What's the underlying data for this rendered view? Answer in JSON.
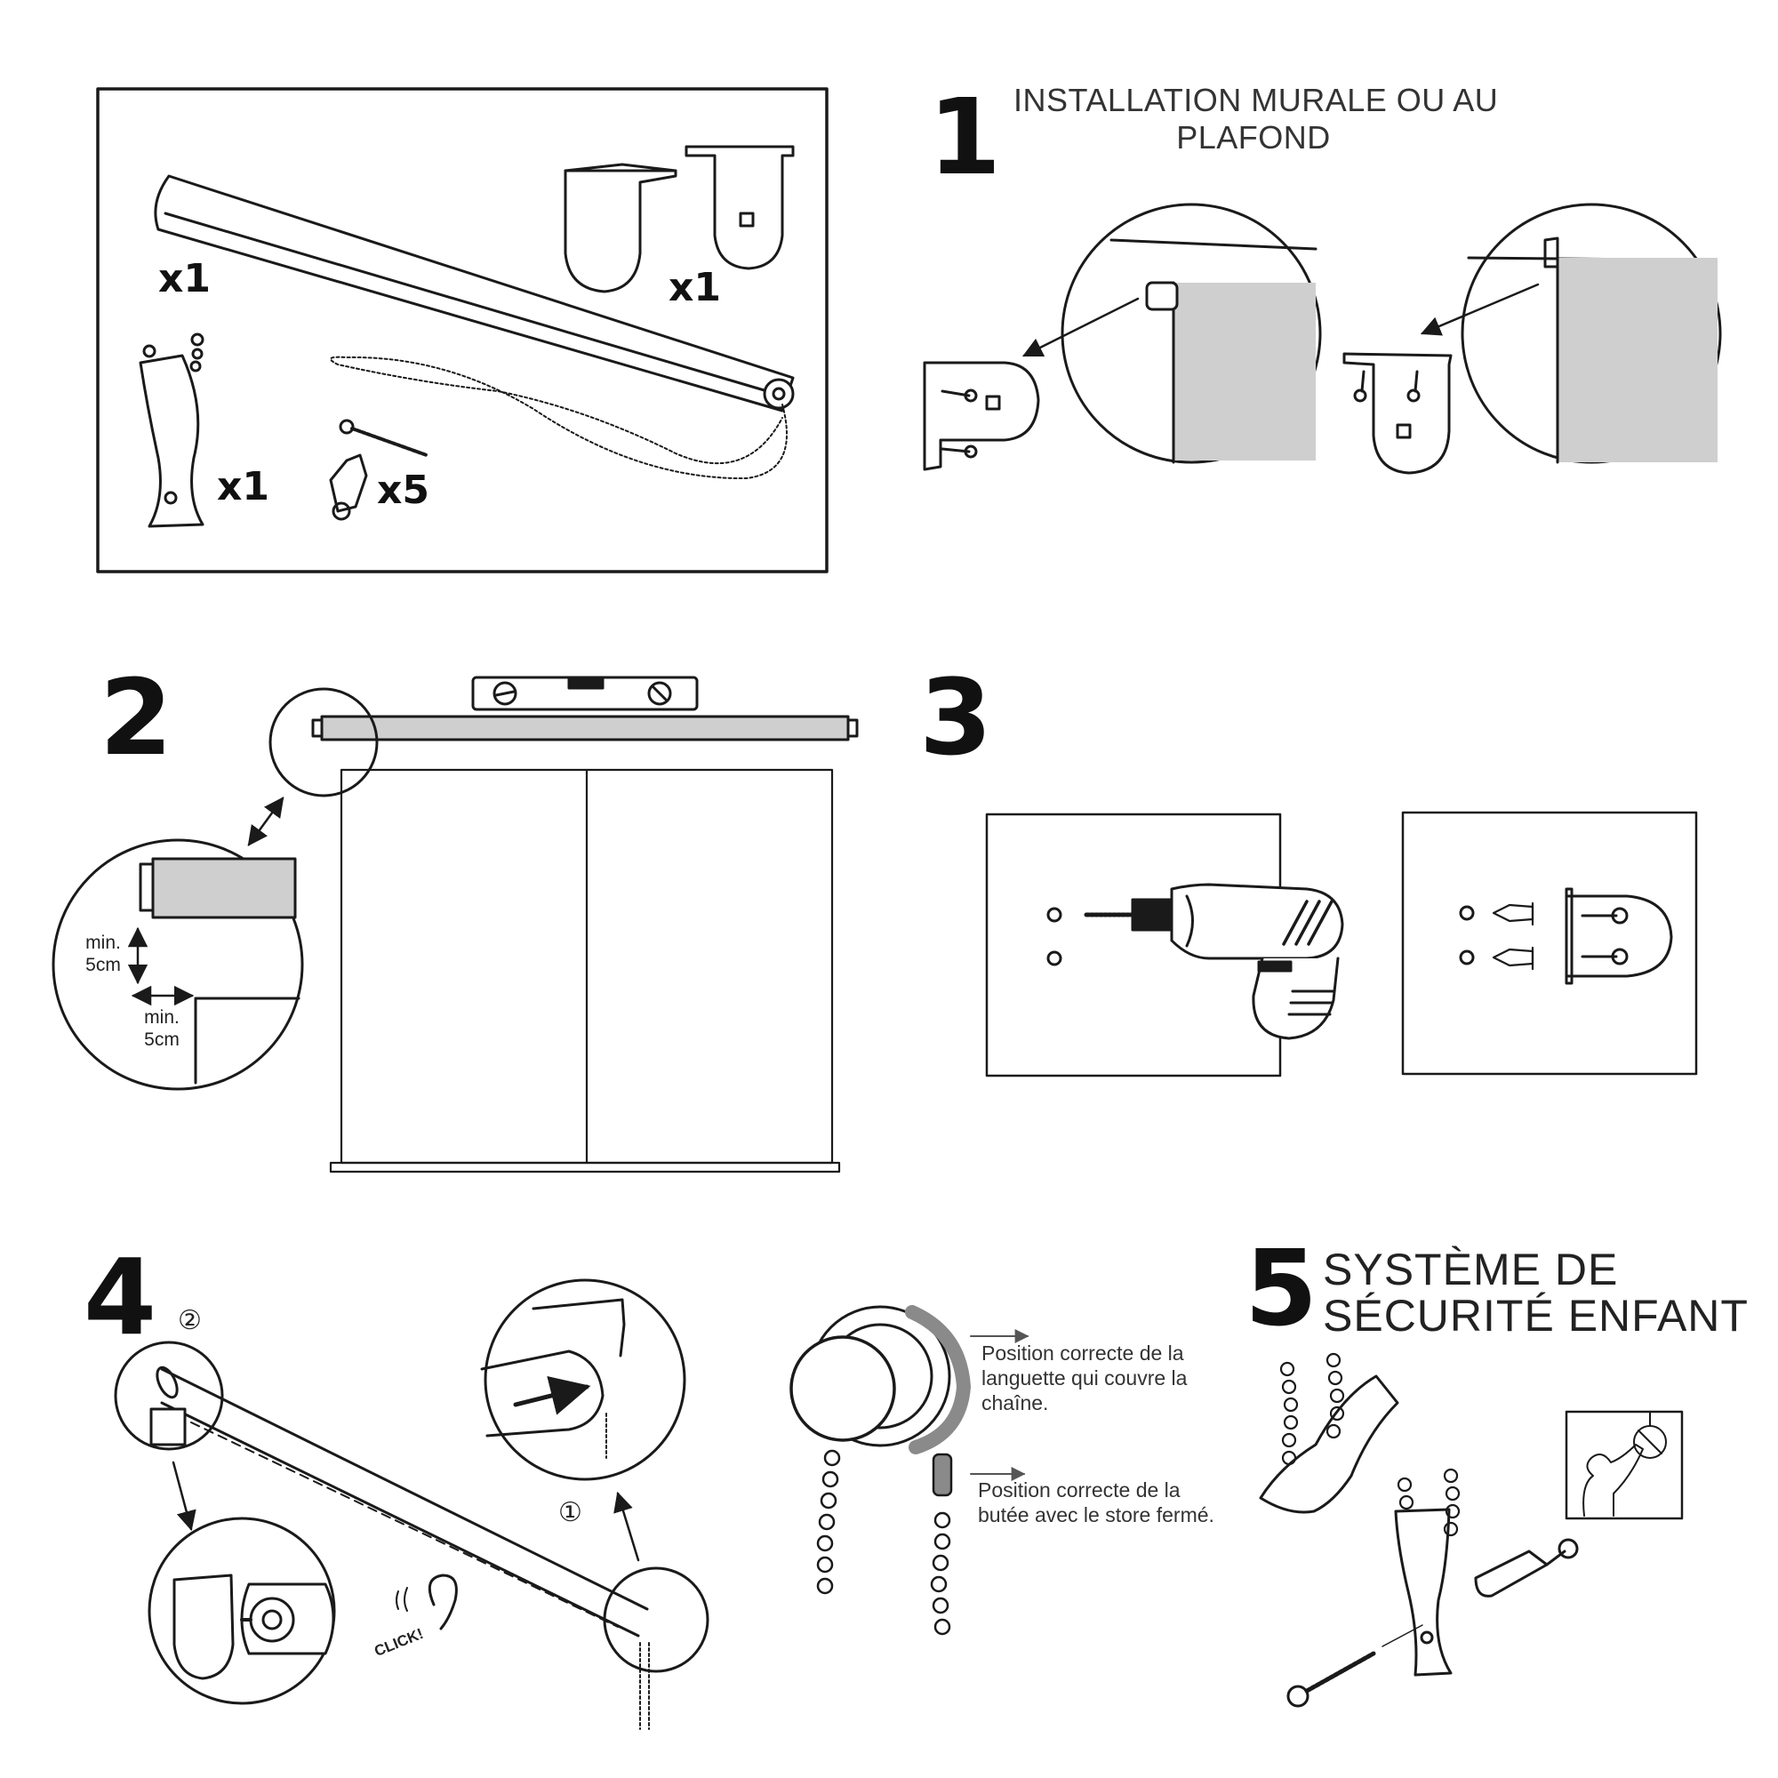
{
  "steps": {
    "s1": {
      "number": "1",
      "title_l1": "INSTALLATION MURALE OU AU",
      "title_l2": "PLAFOND"
    },
    "s2": {
      "number": "2",
      "min_label": "min.",
      "dist_label": "5cm"
    },
    "s3": {
      "number": "3"
    },
    "s4": {
      "number": "4",
      "marker_2": "②",
      "marker_1": "①",
      "click_text": "CLICK!",
      "note_tab_l1": "Position correcte de la",
      "note_tab_l2": "languette qui couvre la",
      "note_tab_l3": "chaîne.",
      "note_stop_l1": "Position correcte de la",
      "note_stop_l2": "butée avec le store fermé."
    },
    "s5": {
      "number": "5",
      "title_l1": "SYSTÈME DE",
      "title_l2": "SÉCURITÉ ENFANT"
    }
  },
  "parts": {
    "roller_qty": "x1",
    "brackets_qty": "x1",
    "safety_clip_qty": "x1",
    "screws_qty": "x5"
  },
  "icons": [
    "roller-blind-tube-icon",
    "bracket-icon",
    "safety-clip-icon",
    "screw-icon",
    "wall-plug-icon",
    "ball-chain-icon",
    "spirit-level-icon",
    "drill-icon",
    "ear-icon",
    "arrow-icon",
    "child-warning-icon"
  ],
  "colors": {
    "line": "#1a1a1a",
    "fabric": "#cfcfcf",
    "fabric_dark": "#8a8a8a",
    "bg": "#ffffff"
  }
}
